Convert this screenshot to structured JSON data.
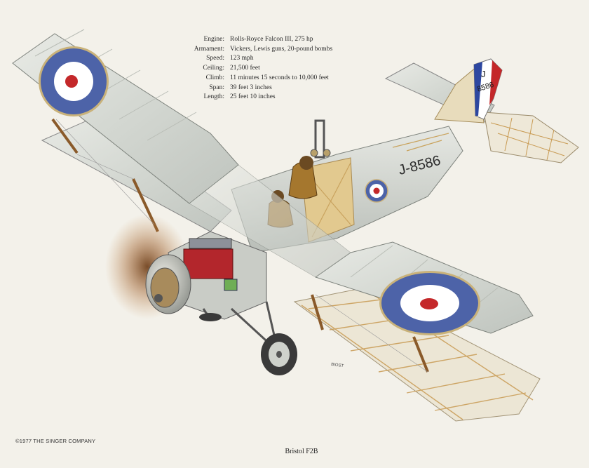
{
  "specs": [
    {
      "label": "Engine:",
      "value": "Rolls-Royce Falcon III, 275 hp"
    },
    {
      "label": "Armament:",
      "value": "Vickers, Lewis guns, 20-pound bombs"
    },
    {
      "label": "Speed:",
      "value": "123 mph"
    },
    {
      "label": "Ceiling:",
      "value": "21,500 feet"
    },
    {
      "label": "Climb:",
      "value": "11 minutes 15 seconds to 10,000 feet"
    },
    {
      "label": "Span:",
      "value": "39 feet 3 inches"
    },
    {
      "label": "Length:",
      "value": "25 feet 10 inches"
    }
  ],
  "markings": {
    "fuselage_serial": "J-8586",
    "fin_letter": "J",
    "fin_number": "8586"
  },
  "signature": "BIOST",
  "copyright": "©1977 THE SINGER COMPANY",
  "caption": "Bristol F2B",
  "colors": {
    "wing": "#d9dcd6",
    "roundel_blue": "#4d63a8",
    "roundel_red": "#c4282a",
    "frame_wood": "#d8b877",
    "engine_red": "#b3262c",
    "background": "#f3f1ea"
  }
}
